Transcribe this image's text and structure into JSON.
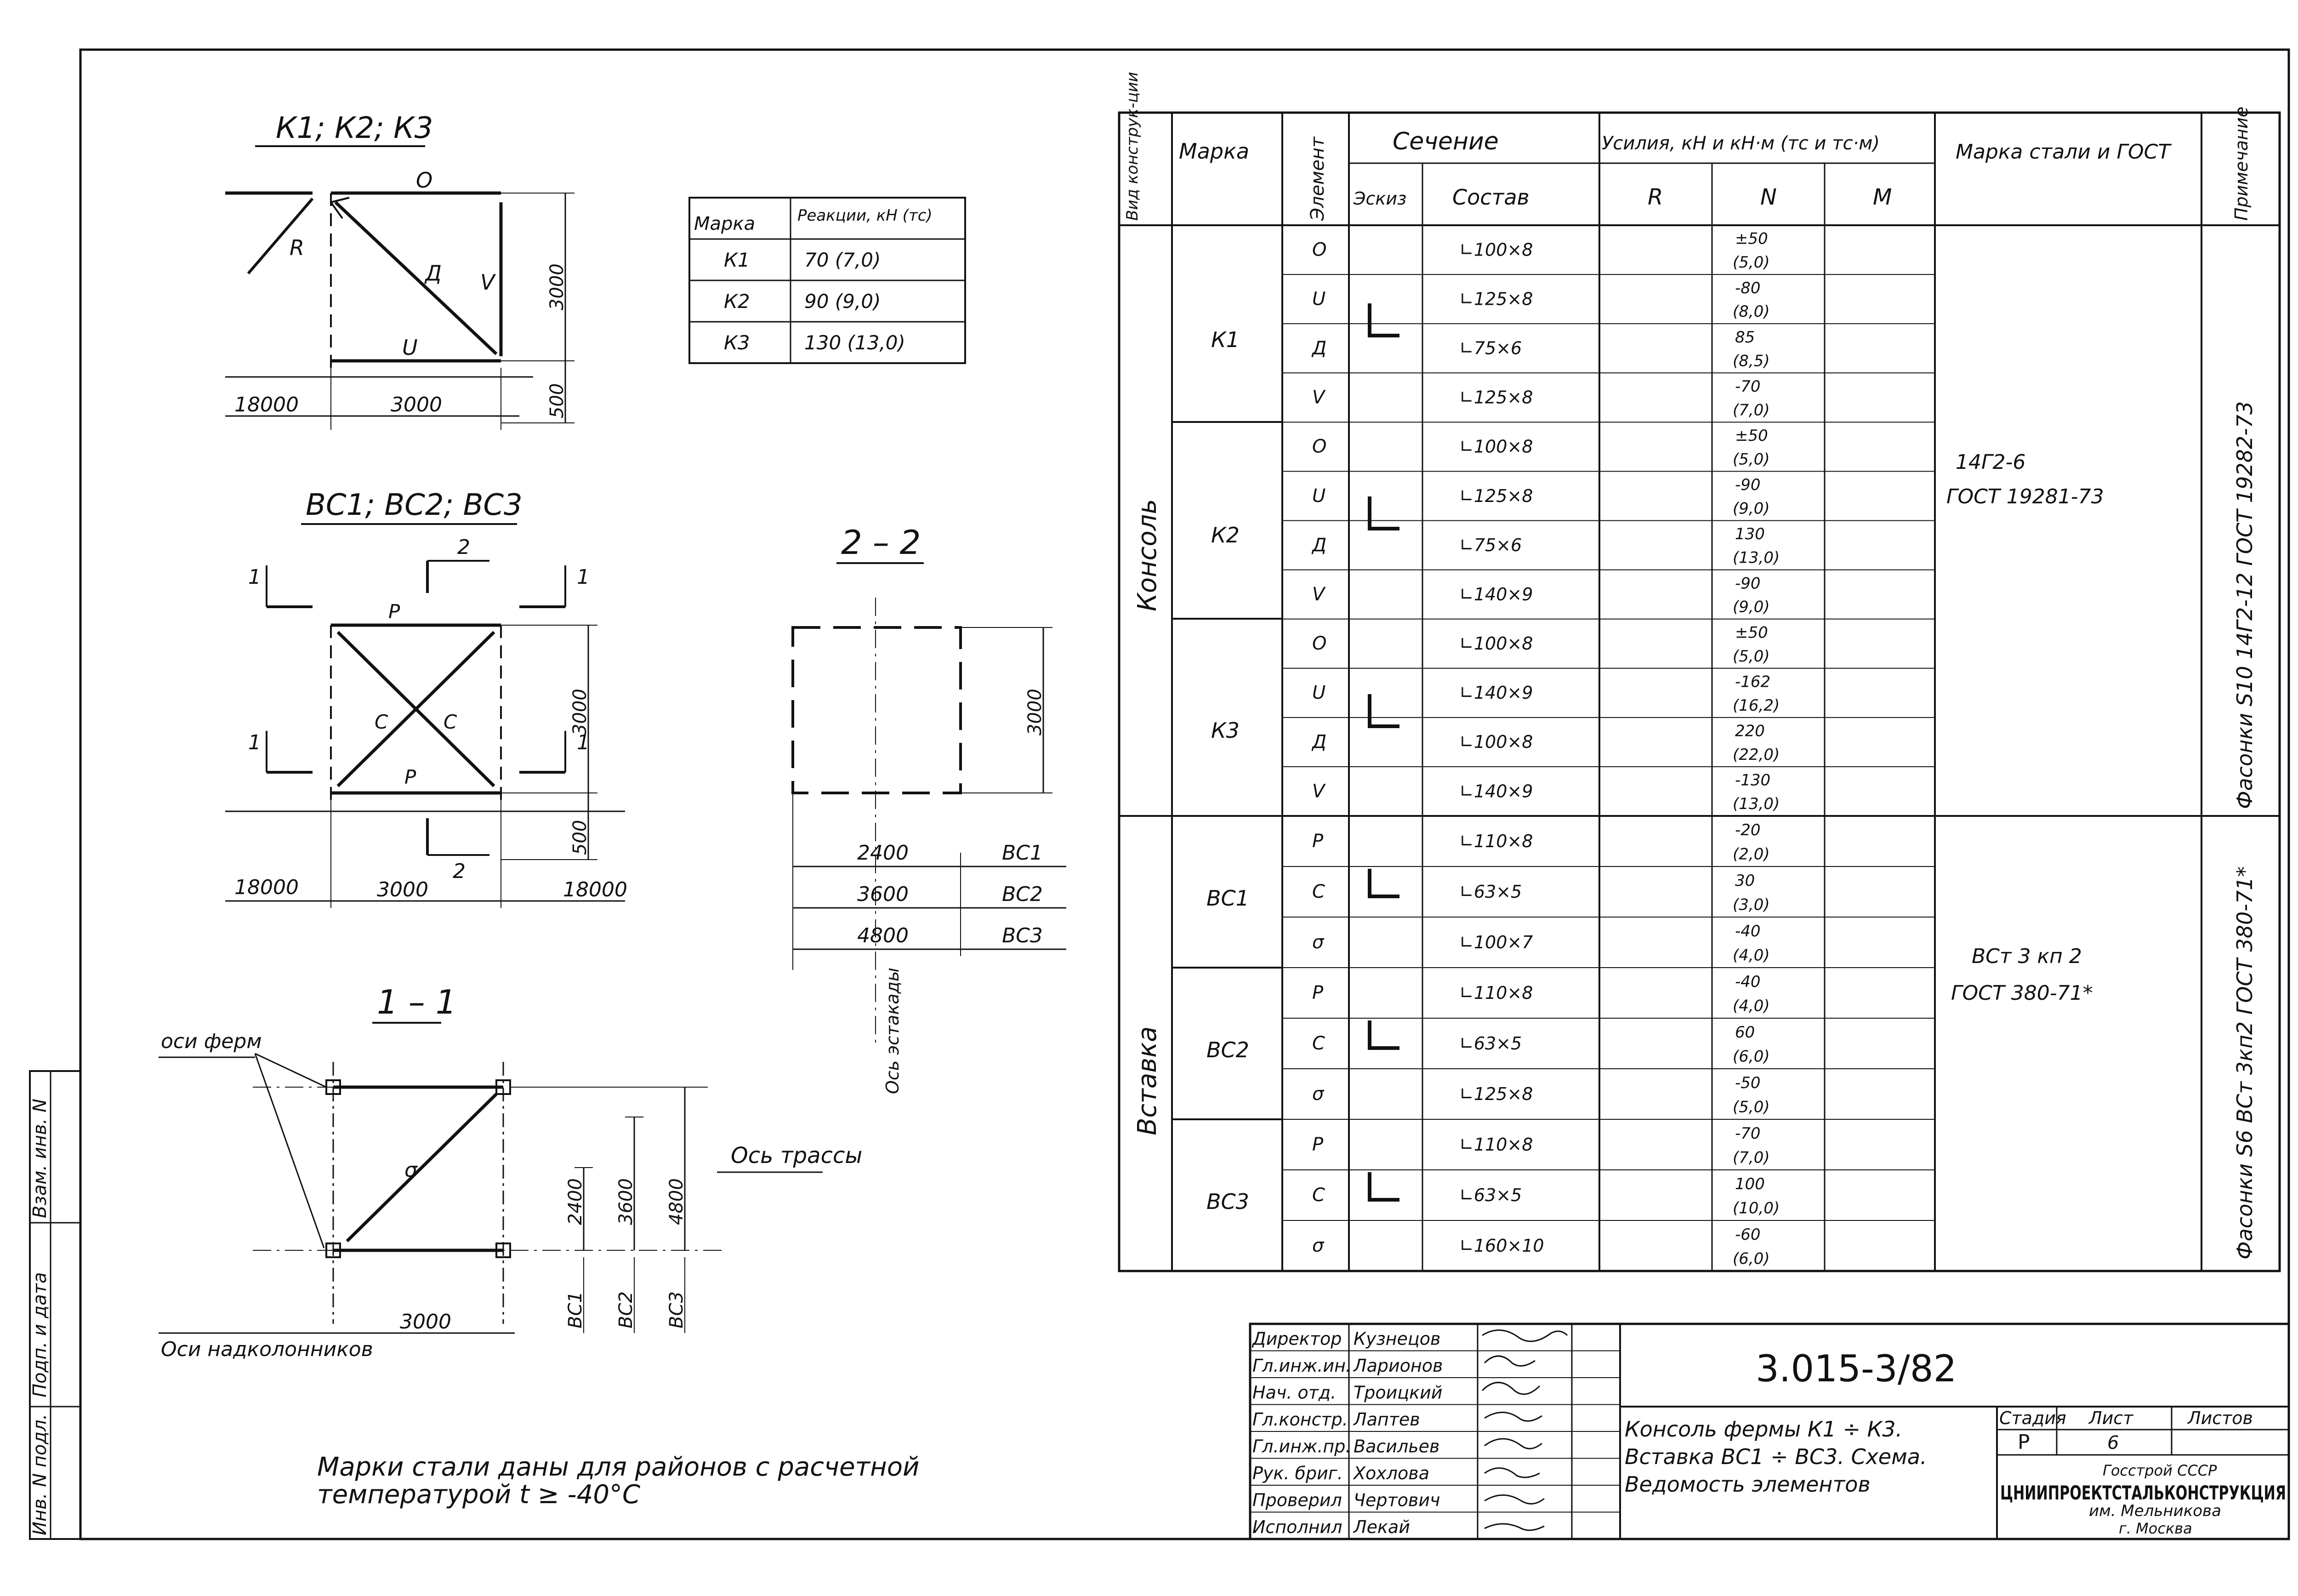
{
  "frame": {
    "side_labels": [
      "Взам. инв. N",
      "Подп. и дата",
      "Инв. N подл."
    ]
  },
  "k_scheme": {
    "title": "К1; К2; К3",
    "labels": {
      "top": "О",
      "bottom": "U",
      "diag": "Д",
      "vert": "V",
      "reaction": "R"
    },
    "dims": {
      "height": "3000",
      "width": "3000",
      "lower": "500",
      "left": "18000"
    }
  },
  "reactions": {
    "headers": [
      "Марка",
      "Реакции, кН (тс)"
    ],
    "rows": [
      [
        "К1",
        "70 (7,0)"
      ],
      [
        "К2",
        "90 (9,0)"
      ],
      [
        "К3",
        "130 (13,0)"
      ]
    ]
  },
  "bc_scheme": {
    "title": "ВС1; ВС2; ВС3",
    "labels": {
      "top": "Р",
      "bottom": "Р",
      "diag1": "С",
      "diag2": "С"
    },
    "sections": [
      "1",
      "1",
      "1",
      "1",
      "2",
      "2"
    ],
    "dims": {
      "height": "3000",
      "width": "3000",
      "lower": "500",
      "left": "18000",
      "right": "18000"
    }
  },
  "section22": {
    "title": "2 – 2",
    "height_dim": "3000",
    "rows": [
      [
        "2400",
        "ВС1"
      ],
      [
        "3600",
        "ВС2"
      ],
      [
        "4800",
        "ВС3"
      ]
    ],
    "axis": "Ось эстакады"
  },
  "section11": {
    "title": "1 – 1",
    "axes_truss": "оси ферм",
    "axis_route": "Ось трассы",
    "axes_columns": "Оси надколонников",
    "diag": "σ",
    "dims": [
      "2400",
      "3600",
      "4800"
    ],
    "marks": [
      "ВС1",
      "ВС2",
      "ВС3"
    ],
    "width": "3000"
  },
  "note": [
    "Марки стали даны для районов с расчетной",
    "температурой t ≥ -40°С"
  ],
  "table": {
    "headers": {
      "kind": "Вид конструк-ции",
      "mark": "Марка",
      "element": "Элемент",
      "section": "Сечение",
      "sketch": "Эскиз",
      "composition": "Состав",
      "forces": "Усилия, кН и кН·м (тс и тс·м)",
      "R": "R",
      "N": "N",
      "M": "M",
      "steel": "Марка стали и ГОСТ",
      "note": "Примечание"
    },
    "groups": [
      {
        "kind": "Консоль",
        "steel": [
          "14Г2-6",
          "ГОСТ 19281-73"
        ],
        "note": "Фасонки S10 14Г2-12 ГОСТ 19282-73"
      },
      {
        "kind": "Вставка",
        "steel": [
          "ВСт 3 кп 2",
          "ГОСТ 380-71*"
        ],
        "note": "Фасонки S6 ВСт 3кп2 ГОСТ 380-71*"
      }
    ],
    "marks": [
      "К1",
      "К2",
      "К3",
      "ВС1",
      "ВС2",
      "ВС3"
    ],
    "rows": [
      [
        "О",
        "∟100×8",
        "±50",
        "(5,0)"
      ],
      [
        "U",
        "∟125×8",
        "-80",
        "(8,0)"
      ],
      [
        "Д",
        "∟75×6",
        "85",
        "(8,5)"
      ],
      [
        "V",
        "∟125×8",
        "-70",
        "(7,0)"
      ],
      [
        "О",
        "∟100×8",
        "±50",
        "(5,0)"
      ],
      [
        "U",
        "∟125×8",
        "-90",
        "(9,0)"
      ],
      [
        "Д",
        "∟75×6",
        "130",
        "(13,0)"
      ],
      [
        "V",
        "∟140×9",
        "-90",
        "(9,0)"
      ],
      [
        "О",
        "∟100×8",
        "±50",
        "(5,0)"
      ],
      [
        "U",
        "∟140×9",
        "-162",
        "(16,2)"
      ],
      [
        "Д",
        "∟100×8",
        "220",
        "(22,0)"
      ],
      [
        "V",
        "∟140×9",
        "-130",
        "(13,0)"
      ],
      [
        "Р",
        "∟110×8",
        "-20",
        "(2,0)"
      ],
      [
        "С",
        "∟63×5",
        "30",
        "(3,0)"
      ],
      [
        "σ",
        "∟100×7",
        "-40",
        "(4,0)"
      ],
      [
        "Р",
        "∟110×8",
        "-40",
        "(4,0)"
      ],
      [
        "С",
        "∟63×5",
        "60",
        "(6,0)"
      ],
      [
        "σ",
        "∟125×8",
        "-50",
        "(5,0)"
      ],
      [
        "Р",
        "∟110×8",
        "-70",
        "(7,0)"
      ],
      [
        "С",
        "∟63×5",
        "100",
        "(10,0)"
      ],
      [
        "σ",
        "∟160×10",
        "-60",
        "(6,0)"
      ]
    ]
  },
  "stamp": {
    "people": [
      [
        "Директор",
        "Кузнецов"
      ],
      [
        "Гл.инж.ин.",
        "Ларионов"
      ],
      [
        "Нач. отд.",
        "Троицкий"
      ],
      [
        "Гл.констр.",
        "Лаптев"
      ],
      [
        "Гл.инж.пр.",
        "Васильев"
      ],
      [
        "Рук. бриг.",
        "Хохлова"
      ],
      [
        "Проверил",
        "Чертович"
      ],
      [
        "Исполнил",
        "Лекай"
      ]
    ],
    "code": "3.015-3/82",
    "title": [
      "Консоль фермы К1 ÷ К3.",
      "Вставка ВС1 ÷ ВС3. Схема.",
      "Ведомость элементов"
    ],
    "stage_label": "Стадия",
    "sheet_label": "Лист",
    "sheets_label": "Листов",
    "stage": "Р",
    "sheet": "6",
    "org": [
      "Госстрой СССР",
      "ЦНИИПРОЕКТСТАЛЬКОНСТРУКЦИЯ",
      "им. Мельникова",
      "г. Москва"
    ]
  }
}
